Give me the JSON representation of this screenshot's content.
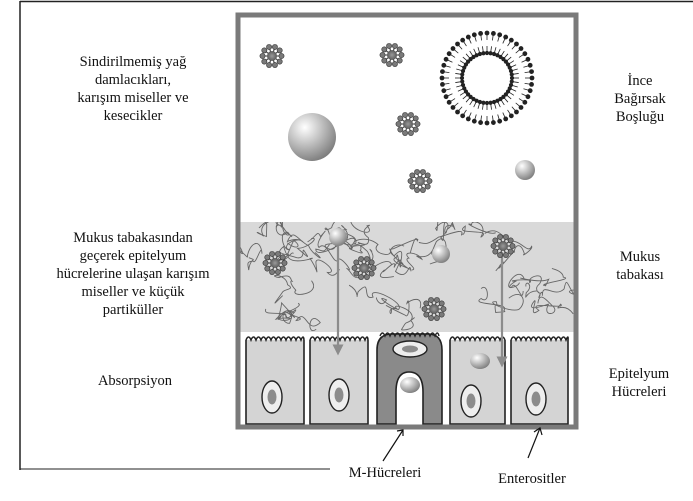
{
  "labels": {
    "left_top": "Sindirilmemiş yağ\ndamlacıkları,\nkarışım miseller ve\nkesecikler",
    "left_middle": "Mukus tabakasından\ngeçerek epitelyum\nhücrelerine ulaşan karışım\nmiseller ve küçük\npartiküller",
    "left_bottom": "Absorpsiyon",
    "right_top": "İnce\nBağırsak\nBoşluğu",
    "right_middle": "Mukus\ntabakası",
    "right_bottom": "Epitelyum\nHücreleri",
    "bottom_m_cells": "M-Hücreleri",
    "bottom_enterocytes": "Enterositler"
  },
  "colors": {
    "frame": "#7a7a7a",
    "mucus_layer": "#d9d9d9",
    "cell_fill": "#d4d4d4",
    "m_cell_fill": "#8a8a8a",
    "nucleus": "#9a9a9a",
    "micelle": "#6e6e6e",
    "droplet": "#a8a8a8"
  }
}
